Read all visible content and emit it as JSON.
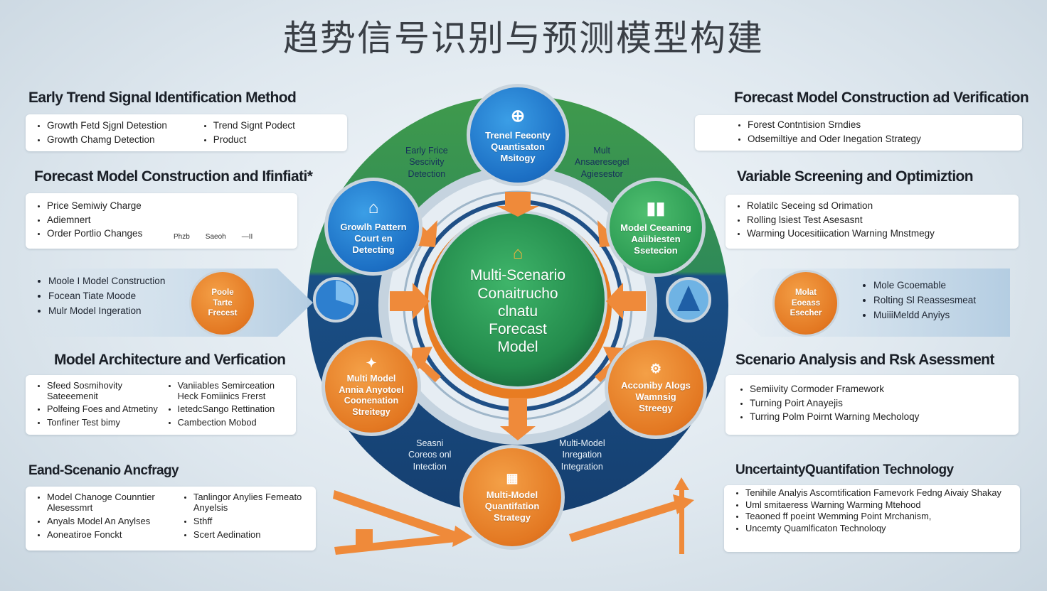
{
  "title": "趋势信号识别与预测模型构建",
  "left": {
    "s1": {
      "title": "Early Trend Signal Identification Method",
      "col1": [
        "Growth Fetd Sjgnl Detestion",
        "Growth Chamg Detection"
      ],
      "col2": [
        "Trend Signt Podect",
        "Product"
      ]
    },
    "s2": {
      "title": "Forecast Model Construction and Ifinfiati*",
      "items": [
        "Price Semiwiy Charge",
        "Adiemnert",
        "Order Portlio Changes"
      ],
      "mini_labels": [
        "Phzb",
        "Saeoh",
        "—II"
      ]
    },
    "s3": {
      "items": [
        "Moole I Model Construction",
        "Focean Tiate Moode",
        "Mulr Model Ingeration"
      ],
      "node": "Poole\nTarte\nFrecest"
    },
    "s4": {
      "title": "Model Architecture and Verfication",
      "col1": [
        "Sfeed Sosmihovity Sateeemenit",
        "Polfeing Foes and Atmetiny",
        "Tonfiner Test bimy"
      ],
      "col2": [
        "Vaniiables Semirceation Heck Fomiinics Frerst",
        "IetedcSango Rettination",
        "Cambection Mobod"
      ]
    },
    "s5": {
      "title": "Eand-Scenanio Ancfragy",
      "col1": [
        "Model Chanoge Counntier Alesessmrt",
        "Anyals Model An Anylses",
        "Aoneatiroe Fonckt"
      ],
      "col2": [
        "Tanlingor Anylies Femeato Anyelsis",
        "Sthff",
        "Scert Aedination"
      ]
    }
  },
  "right": {
    "s1": {
      "title": "Forecast Model Construction ad Verification",
      "items": [
        "Forest Contntision Srndies",
        "Odsemiltiye and Oder Inegation Strategy"
      ]
    },
    "s2": {
      "title": "Variable Screening and Optimiztion",
      "items": [
        "Rolatilc Seceing sd Orimation",
        "Rolling lsiest Test Asesasnt",
        "Warming Uocesitiication Warning Mnstmegy"
      ]
    },
    "s3": {
      "items": [
        "Mole Gcoemable",
        "Rolting Sl Reassesmeat",
        "MuiiiMeldd Anyiys"
      ],
      "node": "Molat\nEoeass\nEsecher"
    },
    "s4": {
      "title": "Scenario Analysis and Rsk Asessment",
      "items": [
        "Semiivity Cormoder Framework",
        "Turning Poirt Anayejis",
        "Turring Polm Poirnt Warning Mecholoqy"
      ]
    },
    "s5": {
      "title": "UncertaintyQuantifation Technology",
      "items": [
        "Tenihile Analyis Ascomtification Famevork Fedng Aivaiy Shakay",
        "Uml smitaeress Warning Warming Mtehood",
        "Teaoned ff poeint Wemming Point Mrchanism,",
        "Uncemty Quamlficaton Technoloqy"
      ]
    }
  },
  "center": {
    "core": "Multi-Scenario\nConaitrucho\nclnatu\nForecast\nModel",
    "top": "Trenel Feeonty\nQuantisaton\nMsitogy",
    "upper_left": "Growlh Pattern\nCourt en\nDetecting",
    "upper_right": "Model Ceeaning\nAaiibiesten\nSsetecion",
    "lower_left": "Multi Model\nAnnia Anyotoel\nCoonenation\nStreitegy",
    "lower_right": "Acconiby Alogs\nWamnsig\nStreegy",
    "bottom": "Multi-Model\nQuantifation\nStrategy",
    "labels": {
      "tl": "Early Frice\nSescivity\nDetection",
      "tr": "Mult\nAnsaeresegel\nAgiesestor",
      "bl": "Seasni\nCoreos onl\nIntection",
      "br": "Multi-Model\nInregation\nIntegration"
    }
  },
  "colors": {
    "blue": "#1c6fc4",
    "green": "#2b9a52",
    "orange": "#e37822",
    "navy": "#18427a"
  },
  "icons": [
    "compass-icon",
    "house-icon",
    "bars-icon",
    "tree-icon",
    "puzzle-icon",
    "grid-icon"
  ]
}
